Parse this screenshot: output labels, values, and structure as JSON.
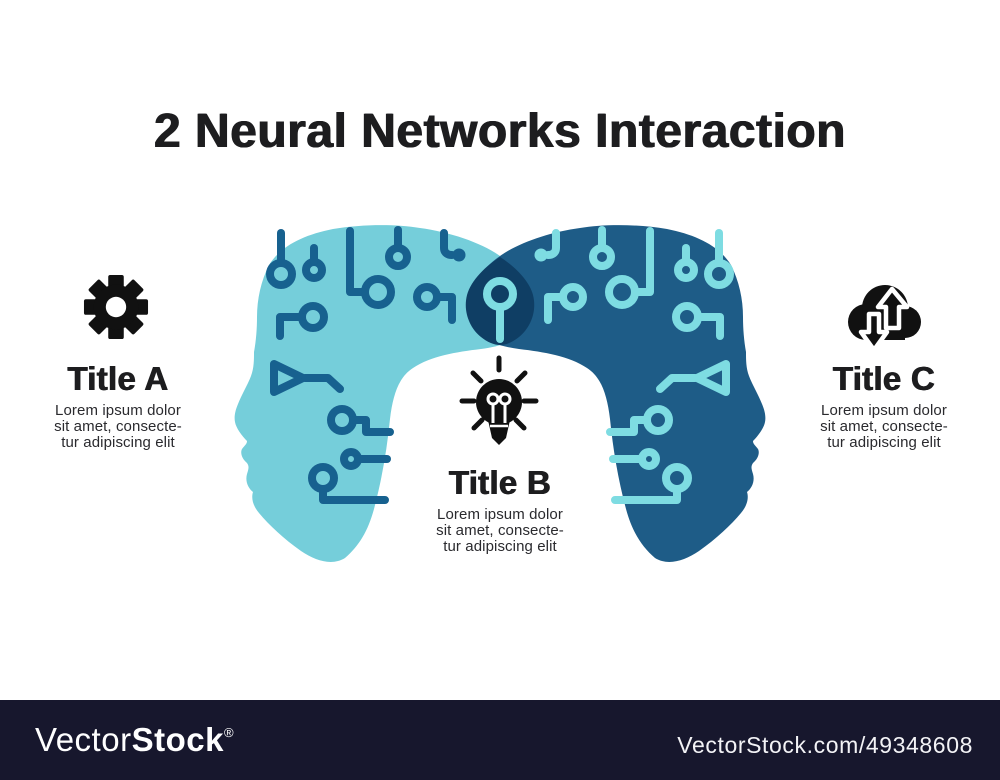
{
  "title": "2 Neural Networks Interaction",
  "sections": [
    {
      "id": "A",
      "icon": "gear-icon",
      "title": "Title A",
      "lines": [
        "Lorem ipsum dolor",
        "sit amet, consecte-",
        "tur adipiscing elit"
      ]
    },
    {
      "id": "B",
      "icon": "lightbulb-icon",
      "title": "Title B",
      "lines": [
        "Lorem ipsum dolor",
        "sit amet, consecte-",
        "tur adipiscing elit"
      ]
    },
    {
      "id": "C",
      "icon": "cloud-sync-icon",
      "title": "Title C",
      "lines": [
        "Lorem ipsum dolor",
        "sit amet, consecte-",
        "tur adipiscing elit"
      ]
    }
  ],
  "watermark_bar": {
    "brand_light": "Vector",
    "brand_bold": "Stock",
    "registered": "®",
    "url": "VectorStock.com/49348608"
  },
  "colors": {
    "head_left": "#75CEDA",
    "head_right": "#1E5C87",
    "circuit_left": "#17618F",
    "circuit_right": "#7EDCE2",
    "overlap": "#0F3E64",
    "icon": "#111111",
    "bar_bg": "#17172D",
    "title_text": "#1D1D1F",
    "body_text": "#2A2A2E"
  }
}
